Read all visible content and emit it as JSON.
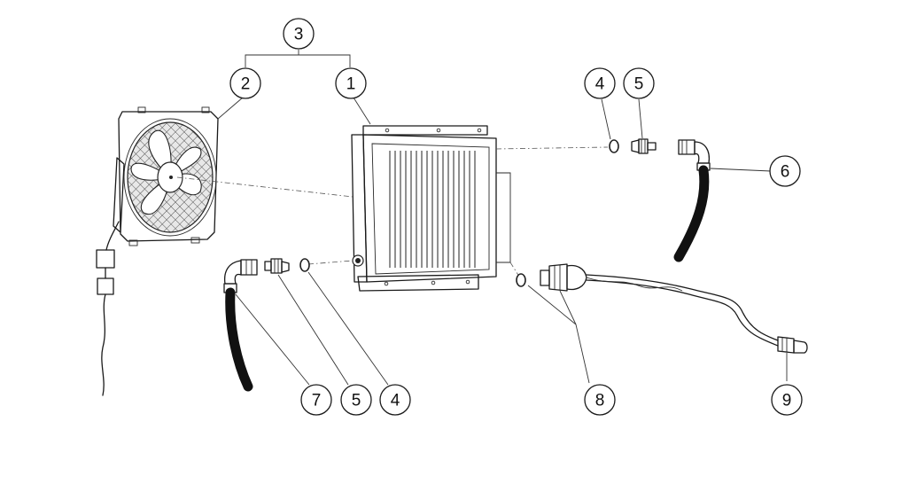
{
  "callouts": {
    "c1": "1",
    "c2": "2",
    "c3": "3",
    "c4_top": "4",
    "c5_top": "5",
    "c6": "6",
    "c7": "7",
    "c5_bottom": "5",
    "c4_bottom": "4",
    "c8": "8",
    "c9": "9"
  },
  "colors": {
    "ink": "#1a1a1a",
    "hose": "#111111",
    "background": "#ffffff"
  }
}
